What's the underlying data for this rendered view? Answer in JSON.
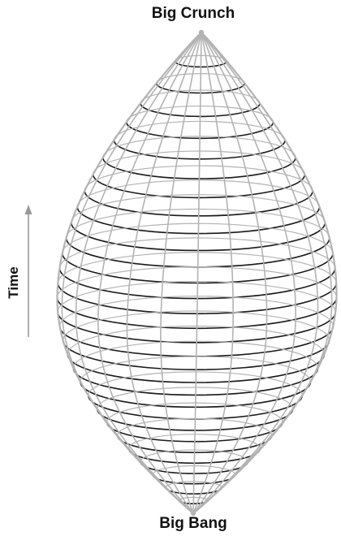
{
  "labels": {
    "top": "Big Crunch",
    "bottom": "Big Bang",
    "axis": "Time"
  },
  "colors": {
    "meridian": "#b3b3b3",
    "ring_dark": "#1a1a1a",
    "ring_light": "#b3b3b3",
    "arrow": "#999999",
    "text": "#111111"
  },
  "diagram": {
    "shape": "closed-universe spindle (lens-shaped spacetime surface)",
    "meridian_count": 13,
    "ring_count": 30,
    "direction": "time runs upward from Big Bang to Big Crunch"
  }
}
